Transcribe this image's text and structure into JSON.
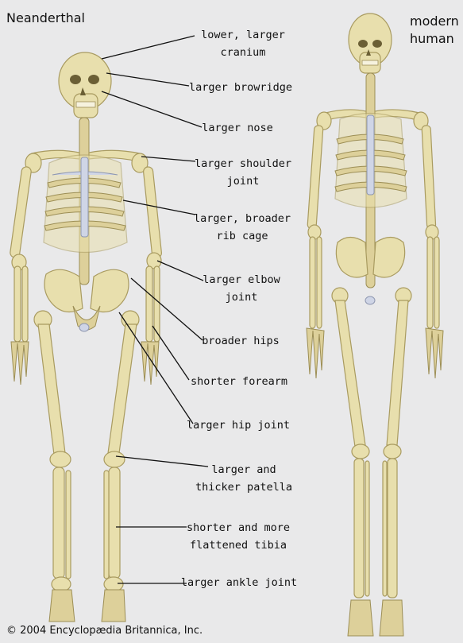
{
  "titles": {
    "left": "Neanderthal",
    "right_line1": "modern",
    "right_line2": "human"
  },
  "labels": [
    {
      "id": "cranium",
      "text": "lower, larger\ncranium"
    },
    {
      "id": "browridge",
      "text": "larger browridge"
    },
    {
      "id": "nose",
      "text": "larger nose"
    },
    {
      "id": "shoulder",
      "text": "larger shoulder\njoint"
    },
    {
      "id": "ribcage",
      "text": "larger, broader\nrib cage"
    },
    {
      "id": "elbow",
      "text": "larger elbow\njoint"
    },
    {
      "id": "hips",
      "text": "broader hips"
    },
    {
      "id": "forearm",
      "text": "shorter forearm"
    },
    {
      "id": "hipjoint",
      "text": "larger hip joint"
    },
    {
      "id": "patella",
      "text": "larger and\nthicker patella"
    },
    {
      "id": "tibia",
      "text": "shorter and more\nflattened tibia"
    },
    {
      "id": "ankle",
      "text": "larger ankle joint"
    }
  ],
  "copyright": "© 2004 Encyclopædia Britannica, Inc.",
  "colors": {
    "background": "#e9e9ea",
    "bone": "#e8dfad",
    "cartilage": "#cfd5e6"
  }
}
